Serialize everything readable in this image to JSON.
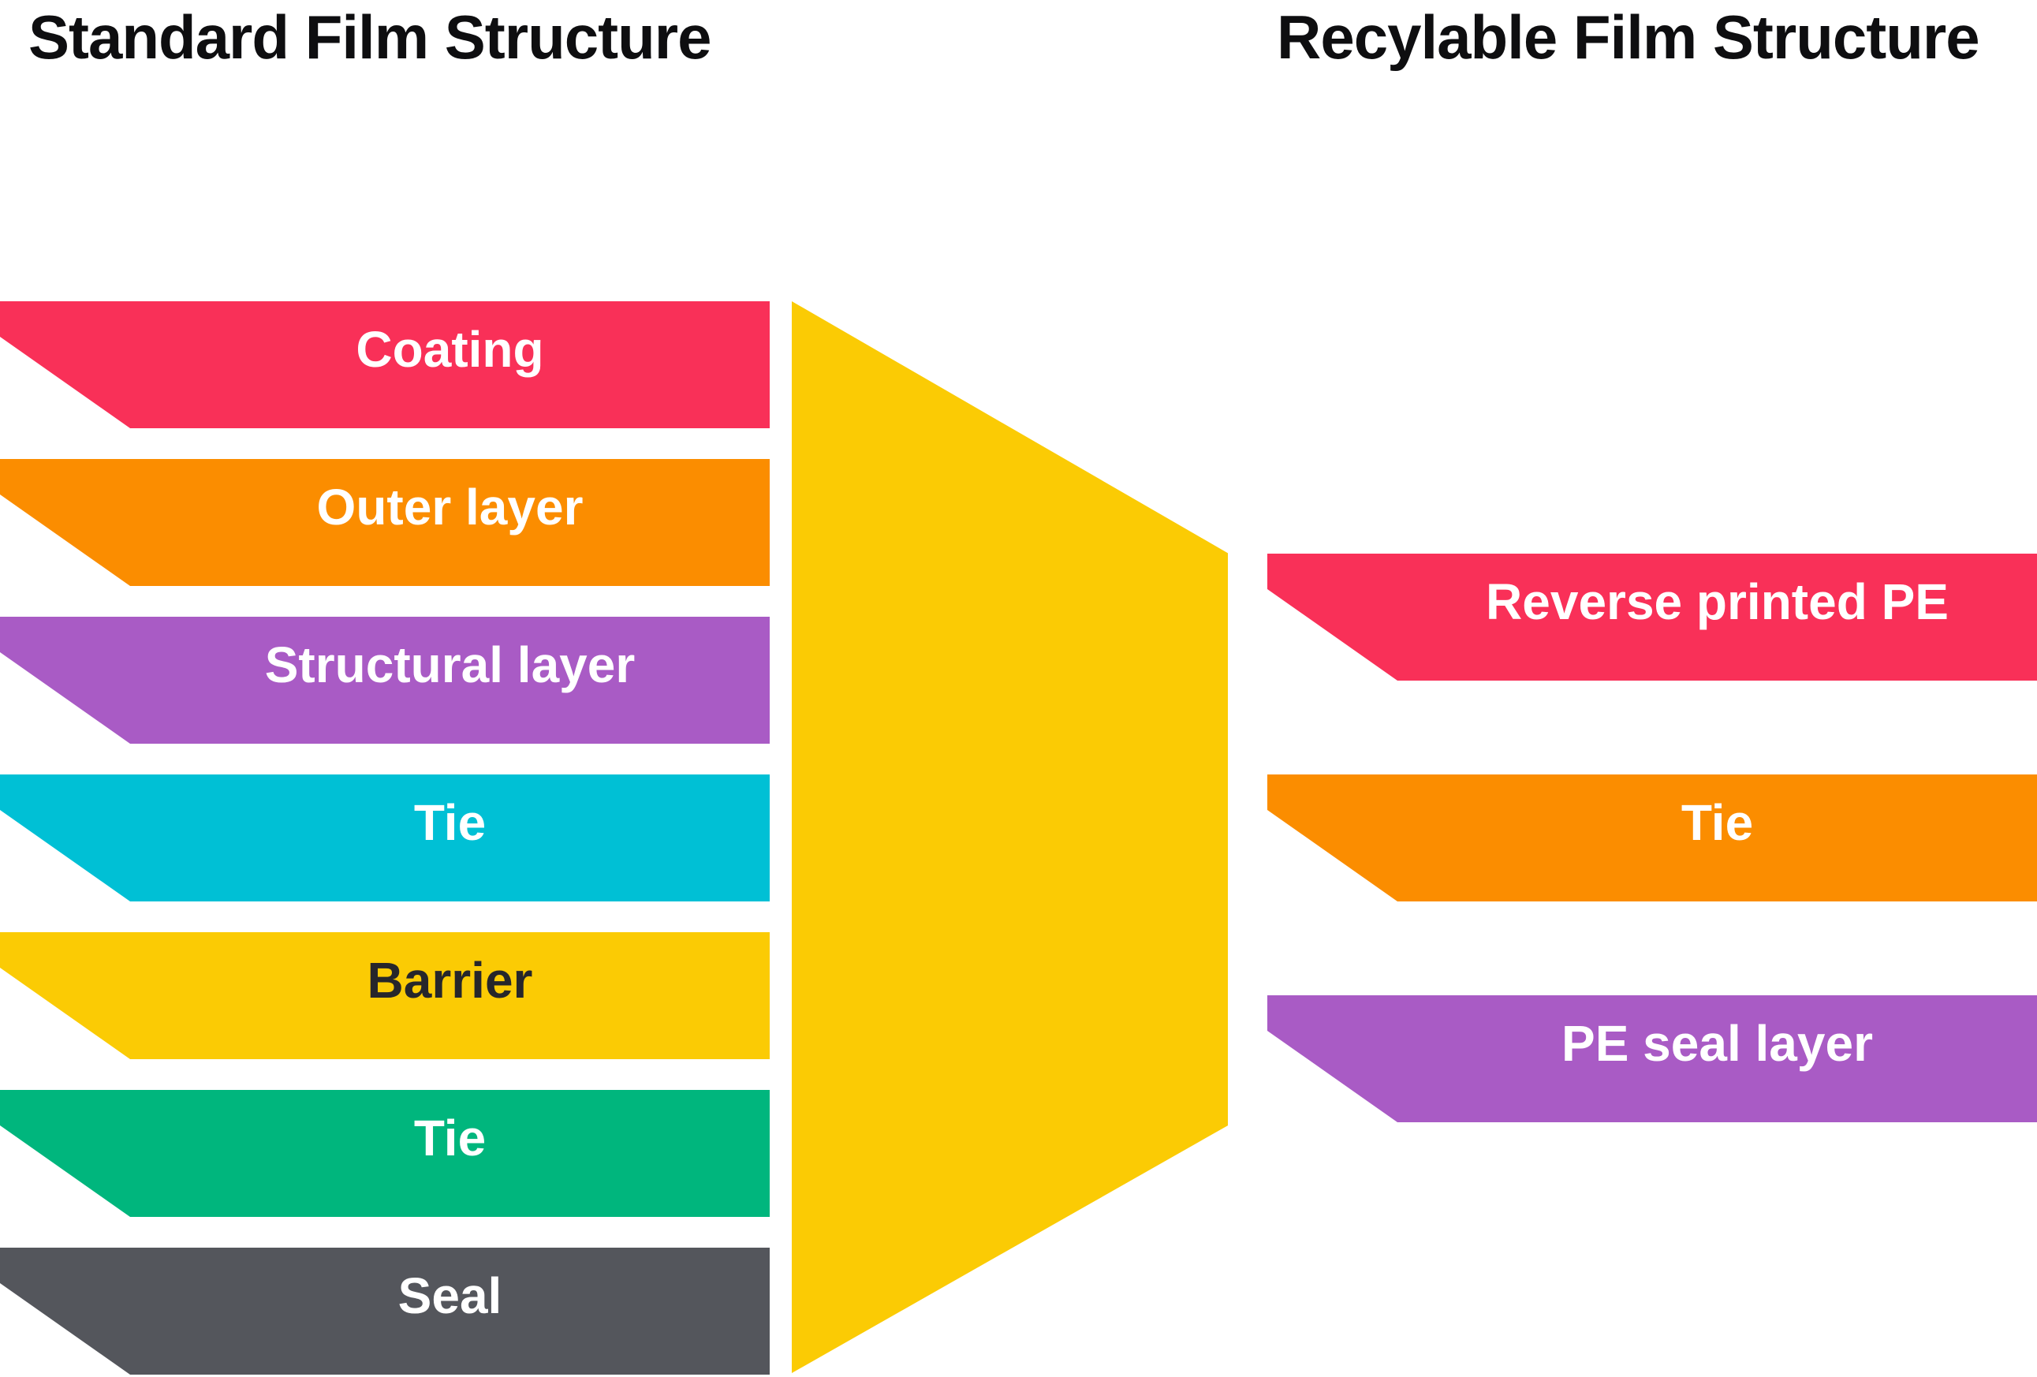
{
  "titles": {
    "left": "Standard Film Structure",
    "right": "Recylable Film Structure"
  },
  "colors": {
    "background": "#FFFFFF",
    "title_text": "#0E0E10",
    "label_light": "#FFFFFF",
    "label_dark": "#26262B",
    "pink": "#F93058",
    "orange": "#FB8D00",
    "purple": "#A95BC5",
    "cyan": "#00C0D5",
    "yellow": "#FBCB04",
    "green": "#00B67D",
    "gray": "#54565C"
  },
  "left_stack": {
    "layers": [
      {
        "label": "Coating",
        "color": "#F93058",
        "text_color": "#FFFFFF"
      },
      {
        "label": "Outer layer",
        "color": "#FB8D00",
        "text_color": "#FFFFFF"
      },
      {
        "label": "Structural layer",
        "color": "#A95BC5",
        "text_color": "#FFFFFF"
      },
      {
        "label": "Tie",
        "color": "#00C0D5",
        "text_color": "#FFFFFF"
      },
      {
        "label": "Barrier",
        "color": "#FBCB04",
        "text_color": "#26262B"
      },
      {
        "label": "Tie",
        "color": "#00B67D",
        "text_color": "#FFFFFF"
      },
      {
        "label": "Seal",
        "color": "#54565C",
        "text_color": "#FFFFFF"
      }
    ]
  },
  "funnel": {
    "color": "#FBCB04"
  },
  "right_stack": {
    "layers": [
      {
        "label": "Reverse printed PE",
        "color": "#F93058",
        "text_color": "#FFFFFF"
      },
      {
        "label": "Tie",
        "color": "#FB8D00",
        "text_color": "#FFFFFF"
      },
      {
        "label": "PE seal layer",
        "color": "#A95BC5",
        "text_color": "#FFFFFF"
      }
    ]
  }
}
